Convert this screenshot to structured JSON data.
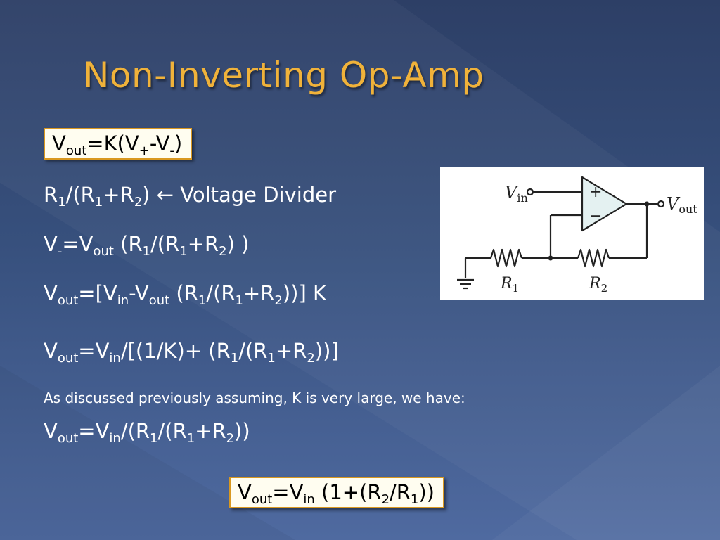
{
  "slide": {
    "title": "Non-Inverting Op-Amp",
    "colors": {
      "title": "#f0b23a",
      "box_border": "#d99820",
      "background": "#37507d"
    }
  },
  "eq1": {
    "a": "V",
    "b": "out",
    "c": "=K(V",
    "d": "+",
    "e": "-V",
    "f": "-",
    "g": ")"
  },
  "eq2": {
    "a": "R",
    "b": "1",
    "c": "/(R",
    "d": "1",
    "e": "+R",
    "f": "2",
    "g": ") ",
    "arrow": "←",
    "h": " Voltage Divider"
  },
  "eq3": {
    "a": "V",
    "b": "-",
    "c": "=V",
    "d": "out",
    "e": " (R",
    "f": "1",
    "g": "/(R",
    "h": "1",
    "i": "+R",
    "j": "2",
    "k": ") )"
  },
  "eq4": {
    "a": "V",
    "b": "out",
    "c": "=[V",
    "d": "in",
    "e": "-V",
    "f": "out",
    "g": " (R",
    "h": "1",
    "i": "/(R",
    "j": "1",
    "k": "+R",
    "l": "2",
    "m": "))] K"
  },
  "eq5": {
    "a": "V",
    "b": "out",
    "c": "=V",
    "d": "in",
    "e": "/[(1/K)+ (R",
    "f": "1",
    "g": "/(R",
    "h": "1",
    "i": "+R",
    "j": "2",
    "k": "))]"
  },
  "note": "As discussed previously assuming, K is very large, we have:",
  "eq6": {
    "a": "V",
    "b": "out",
    "c": "=V",
    "d": "in",
    "e": "/(R",
    "f": "1",
    "g": "/(R",
    "h": "1",
    "i": "+R",
    "j": "2",
    "k": "))"
  },
  "eq7": {
    "a": "V",
    "b": "out",
    "c": "=V",
    "d": "in",
    "e": " (1+(R",
    "f": "2",
    "g": "/R",
    "h": "1",
    "i": "))"
  },
  "circuit": {
    "vin_main": "V",
    "vin_sub": "in",
    "vout_main": "V",
    "vout_sub": "out",
    "plus": "+",
    "minus": "−",
    "r1_main": "R",
    "r1_sub": "1",
    "r2_main": "R",
    "r2_sub": "2"
  }
}
